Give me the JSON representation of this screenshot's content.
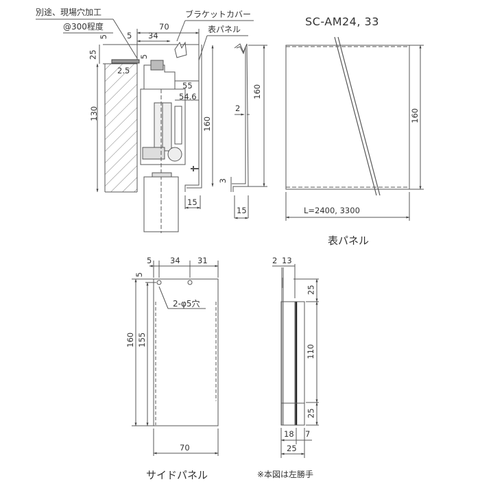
{
  "model_title": "SC-AM24, 33",
  "section_view": {
    "callouts": {
      "screw_note_line1": "別途、現場穴加工",
      "screw_note_line2": "@300程度",
      "bracket_cover": "ブラケットカバー",
      "front_panel": "表パネル"
    },
    "dimensions": {
      "width_total": "70",
      "offset_5_top": "5",
      "bracket_34": "34",
      "vert_5_top": "5",
      "vert_25": "25",
      "vert_5_screw": "5",
      "gap_2_5": "2.5",
      "depth_55": "55",
      "depth_54_6": "54.6",
      "wall_130": "130",
      "height_160_inner": "160",
      "bottom_15_left": "15"
    }
  },
  "front_panel_profile": {
    "dimensions": {
      "height_160": "160",
      "thickness_2": "2",
      "lip_3": "3",
      "bottom_15": "15"
    }
  },
  "front_panel_view": {
    "height_160": "160",
    "length": "L=2400, 3300",
    "caption": "表パネル"
  },
  "side_panel_view": {
    "dimensions": {
      "top_5": "5",
      "top_34": "34",
      "top_31": "31",
      "left_5": "5",
      "height_160": "160",
      "height_155": "155",
      "width_70": "70"
    },
    "hole_note": "2-φ5穴",
    "caption": "サイドパネル"
  },
  "side_panel_edge_view": {
    "dimensions": {
      "top_2": "2",
      "top_13": "13",
      "upper_25": "25",
      "middle_110": "110",
      "lower_25": "25",
      "bottom_18": "18",
      "bottom_7": "7",
      "bottom_25": "25"
    },
    "note": "※本図は左勝手"
  },
  "colors": {
    "line": "#555555",
    "hatch": "#777777",
    "text": "#333333"
  }
}
